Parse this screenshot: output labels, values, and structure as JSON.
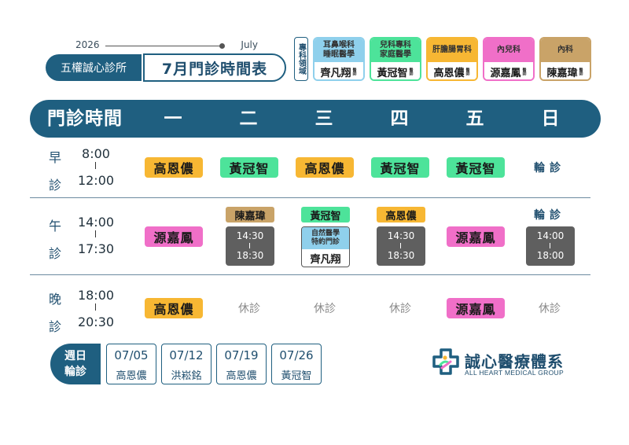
{
  "header": {
    "year": "2026",
    "month": "July",
    "clinic_name": "五權誠心診所",
    "title": "7月門診時間表"
  },
  "specialty": {
    "label": "專科領域",
    "cards": [
      {
        "field": "耳鼻喉科\n睡眠醫學",
        "doctor": "齊凡翔",
        "role": "醫師",
        "color": "#8fd0ec"
      },
      {
        "field": "兒科專科\n家庭醫學",
        "doctor": "黃冠智",
        "role": "醫師",
        "color": "#4de39a"
      },
      {
        "field": "肝膽腸胃科",
        "doctor": "高恩儂",
        "role": "醫師",
        "color": "#f7b733"
      },
      {
        "field": "內兒科",
        "doctor": "源嘉鳳",
        "role": "醫師",
        "color": "#f06fc8"
      },
      {
        "field": "內科",
        "doctor": "陳嘉瑋",
        "role": "醫師",
        "color": "#c9a368"
      }
    ]
  },
  "table": {
    "header_label": "門診時間",
    "days": [
      "一",
      "二",
      "三",
      "四",
      "五",
      "日"
    ],
    "sessions": [
      {
        "label": [
          "早",
          "診"
        ],
        "start": "8:00",
        "end": "12:00"
      },
      {
        "label": [
          "午",
          "診"
        ],
        "start": "14:00",
        "end": "17:30"
      },
      {
        "label": [
          "晚",
          "診"
        ],
        "start": "18:00",
        "end": "20:30"
      }
    ],
    "morning": {
      "mon": "高恩儂",
      "tue": "黃冠智",
      "wed": "高恩儂",
      "thu": "黃冠智",
      "fri": "黃冠智",
      "sun": "輪診"
    },
    "afternoon": {
      "mon": "源嘉鳳",
      "tue": {
        "doctor": "陳嘉瑋",
        "from": "14:30",
        "to": "18:30"
      },
      "wed": {
        "doctor": "黃冠智",
        "clinic": "自然醫學\n特約門診",
        "special_doctor": "齊凡翔"
      },
      "thu": {
        "doctor": "高恩儂",
        "from": "14:30",
        "to": "18:30"
      },
      "fri": "源嘉鳳",
      "sun": {
        "label": "輪診",
        "from": "14:00",
        "to": "18:00"
      }
    },
    "evening": {
      "mon": "高恩儂",
      "tue": "休診",
      "wed": "休診",
      "thu": "休診",
      "fri": "源嘉鳳",
      "sun": "休診"
    }
  },
  "sunday_rotation": {
    "label": [
      "週日",
      "輪診"
    ],
    "items": [
      {
        "date": "07/05",
        "doctor": "高恩儂"
      },
      {
        "date": "07/12",
        "doctor": "洪崧銘"
      },
      {
        "date": "07/19",
        "doctor": "高恩儂"
      },
      {
        "date": "07/26",
        "doctor": "黃冠智"
      }
    ]
  },
  "logo": {
    "name": "誠心醫療體系",
    "subtitle": "ALL HEART MEDICAL GROUP",
    "icon": "medical-cross-hands-icon"
  },
  "colors": {
    "primary": "#1f5f80",
    "gao": "#f7b733",
    "huang": "#4de39a",
    "yuan": "#f06fc8",
    "chen": "#c9a368",
    "qi": "#8fd0ec",
    "gray_box": "#5f5f5f"
  }
}
